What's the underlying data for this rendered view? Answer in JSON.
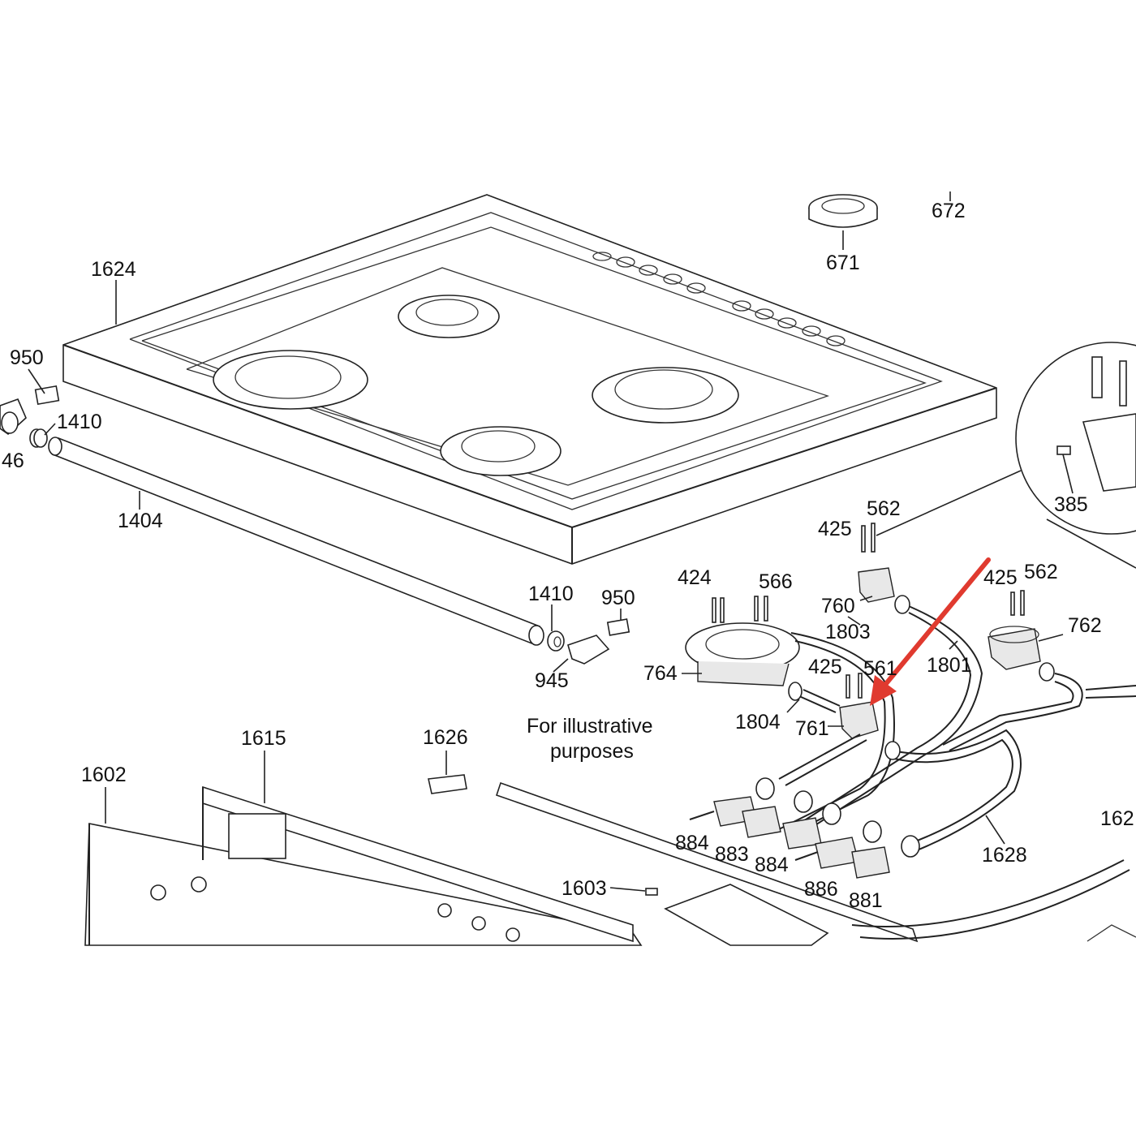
{
  "note": {
    "line1": "For illustrative",
    "line2": "purposes"
  },
  "labels": {
    "l1624": "1624",
    "l950a": "950",
    "l1410a": "1410",
    "l46": "46",
    "l1404": "1404",
    "l671": "671",
    "l672": "672",
    "l385": "385",
    "l425a": "425",
    "l562a": "562",
    "l424": "424",
    "l566": "566",
    "l760": "760",
    "l425b": "425",
    "l562b": "562",
    "l762": "762",
    "l1803": "1803",
    "l1801": "1801",
    "l1410b": "1410",
    "l950b": "950",
    "l945": "945",
    "l764": "764",
    "l425c": "425",
    "l561": "561",
    "l1804": "1804",
    "l761": "761",
    "l1615": "1615",
    "l1626": "1626",
    "l1602": "1602",
    "l884a": "884",
    "l883": "883",
    "l884b": "884",
    "l886": "886",
    "l881": "881",
    "l1628": "1628",
    "l1603": "1603",
    "l162x": "162"
  },
  "colors": {
    "arrow": "#e03a2f",
    "line": "#222222"
  }
}
